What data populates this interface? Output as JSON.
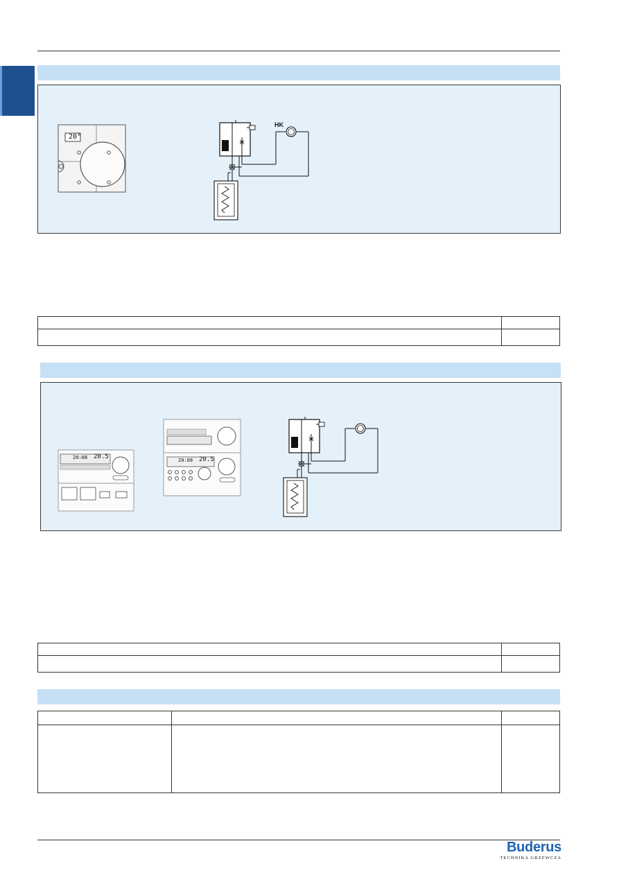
{
  "figure1": {
    "thermostat_display": "20°",
    "circuit_label": "HK"
  },
  "figure2": {
    "device1_display_left": "20:08",
    "device1_display_right": "20.5",
    "device2_display_left": "20:08",
    "device2_display_right": "20.5"
  },
  "brand": {
    "name": "Buderus",
    "tagline": "TECHNIKA GRZEWCZA"
  },
  "colors": {
    "section_bar": "#c6e0f5",
    "figure_panel": "#e4f1fb",
    "tab_marker": "#1f4f8f",
    "brand_blue": "#1e62b0"
  }
}
